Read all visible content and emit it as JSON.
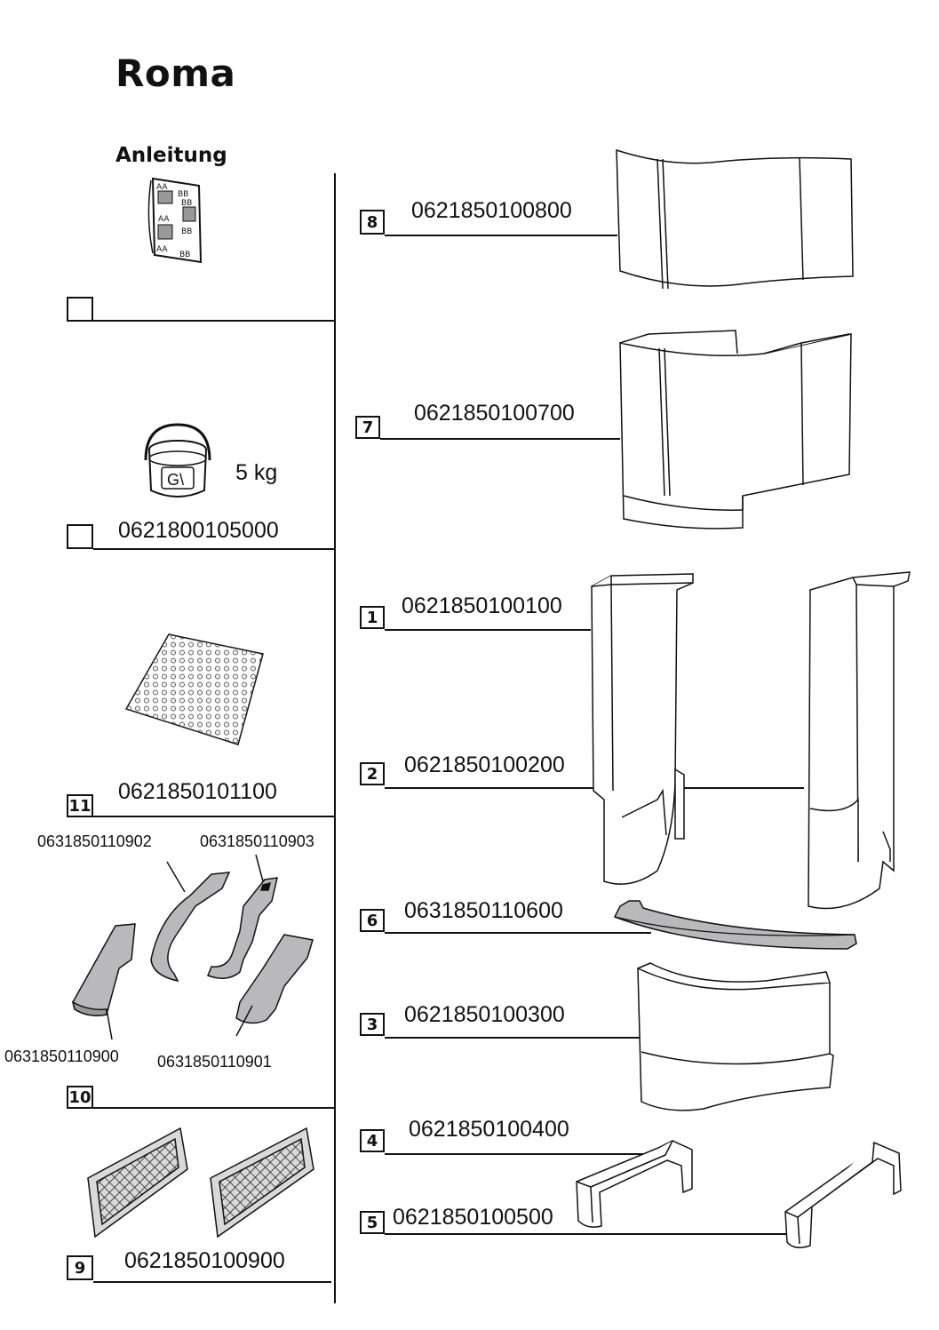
{
  "header": {
    "title": "Roma",
    "subtitle": "Anleitung"
  },
  "left_items": {
    "manual": {
      "box": ""
    },
    "bucket": {
      "box": "",
      "weight": "5 kg",
      "code": "0621800105000",
      "label": "G\\"
    },
    "plate": {
      "box": "11",
      "code": "0621850101100"
    },
    "liners": {
      "box": "10",
      "code_a": "0631850110902",
      "code_b": "0631850110903",
      "code_c": "0631850110900",
      "code_d": "0631850110901"
    },
    "grilles": {
      "box": "9",
      "code": "0621850100900"
    }
  },
  "right_items": [
    {
      "box": "8",
      "code": "0621850100800"
    },
    {
      "box": "7",
      "code": "0621850100700"
    },
    {
      "box": "1",
      "code": "0621850100100"
    },
    {
      "box": "2",
      "code": "0621850100200"
    },
    {
      "box": "6",
      "code": "0631850110600"
    },
    {
      "box": "3",
      "code": "0621850100300"
    },
    {
      "box": "4",
      "code": "0621850100400"
    },
    {
      "box": "5",
      "code": "0621850100500"
    }
  ],
  "colors": {
    "ink": "#111111",
    "part_fill": "#ffffff",
    "liner_fill": "#b9b9bb"
  },
  "icons": [
    "manual-icon",
    "bucket-icon",
    "perforated-plate-icon",
    "liner-plate-icon",
    "grille-icon",
    "stone-part-icon"
  ]
}
